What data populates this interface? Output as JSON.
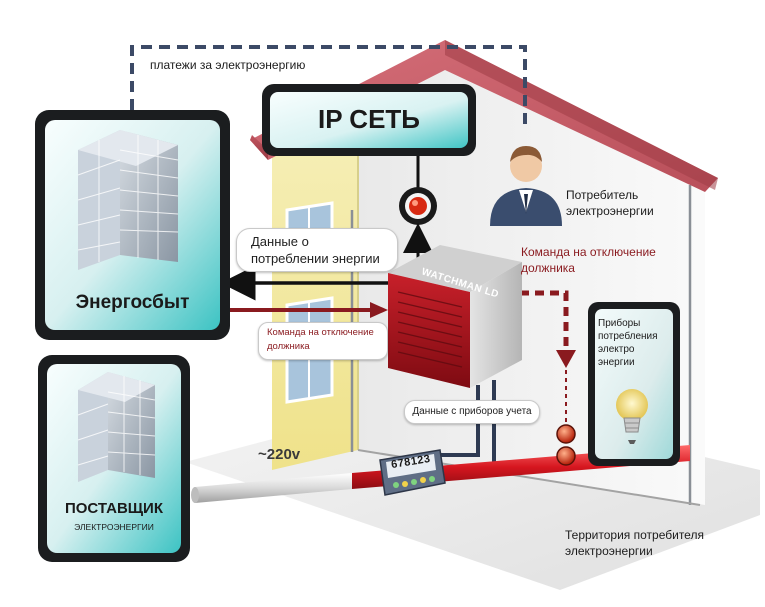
{
  "payments_label": "платежи за электроэнергию",
  "ip_network": "IP СЕТЬ",
  "consumer": {
    "line1": "Потребитель",
    "line2": "электроэнергии"
  },
  "data_about_consumption": {
    "line1": "Данные о",
    "line2": "потреблении энергии"
  },
  "shutoff_command_top": {
    "line1": "Команда на отключение",
    "line2": "должника"
  },
  "shutoff_command_left": {
    "line1": "Команда на отключение",
    "line2": "должника"
  },
  "energosbyt": "Энергосбыт",
  "device_brand": "WATCHMAN LD",
  "devices_box": {
    "line1": "Приборы",
    "line2": "потребления",
    "line3": "электро",
    "line4": "энергии"
  },
  "meter_data": "Данные с приборов учета",
  "voltage": "~220v",
  "meter_reading": "678123",
  "supplier": {
    "title": "ПОСТАВЩИК",
    "subtitle": "ЭЛЕКТРОЭНЕРГИИ"
  },
  "territory": {
    "line1": "Территория потребителя",
    "line2": "электроэнергии"
  },
  "colors": {
    "box_border": "#1b1d1f",
    "box_accent": "#43c6c6",
    "roof": "#c8606b",
    "red_line": "#8a1a1f",
    "dashed_blue": "#3c4a66",
    "device_red": "#b3141c"
  }
}
